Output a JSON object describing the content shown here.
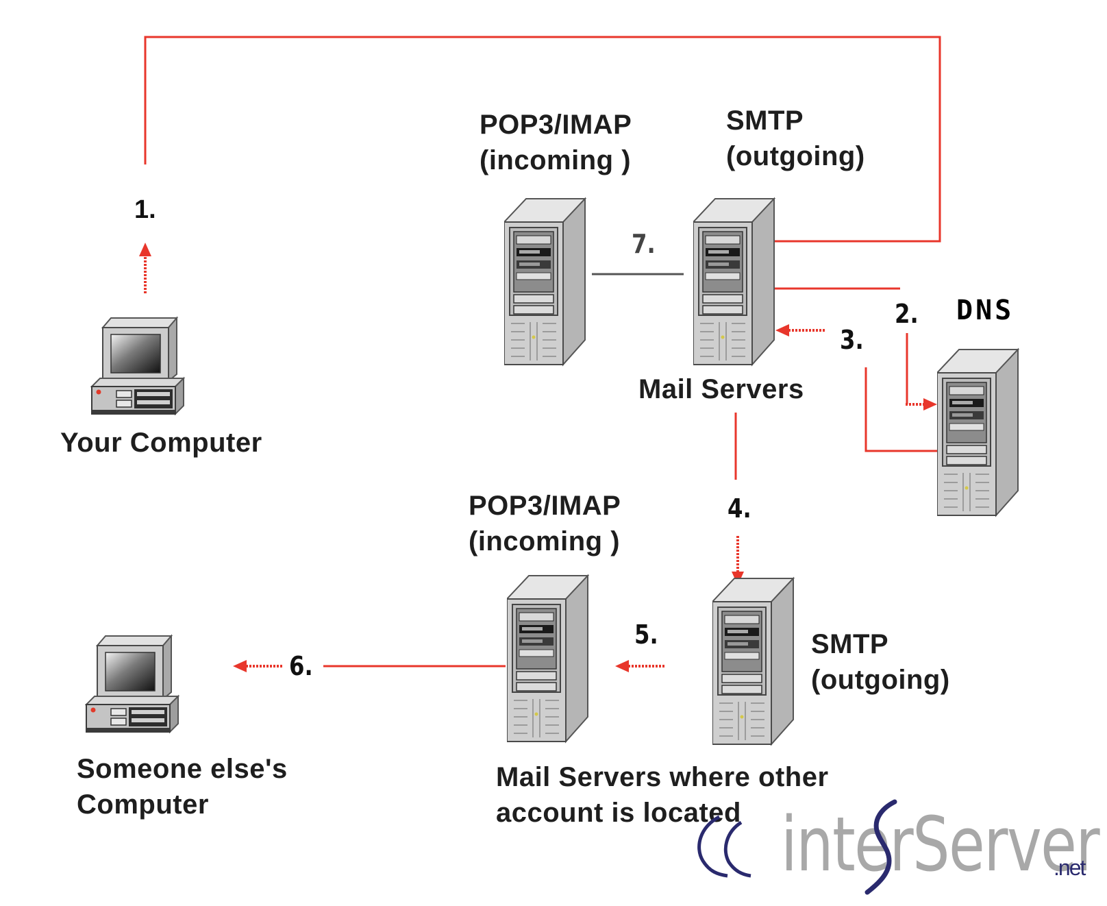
{
  "diagram": {
    "title": "Email delivery flow",
    "nodes": {
      "your_computer": {
        "label": "Your Computer",
        "icon": "desktop-computer-icon"
      },
      "sender_pop3": {
        "label_line1": "POP3/IMAP",
        "label_line2": "(incoming )",
        "icon": "server-tower-icon"
      },
      "sender_smtp": {
        "label_line1": "SMTP",
        "label_line2": "(outgoing)",
        "icon": "server-tower-icon"
      },
      "sender_group": {
        "label": "Mail Servers"
      },
      "dns": {
        "label": "DNS",
        "icon": "server-tower-icon"
      },
      "recipient_pop3": {
        "label_line1": "POP3/IMAP",
        "label_line2": "(incoming )",
        "icon": "server-tower-icon"
      },
      "recipient_smtp": {
        "label_line1": "SMTP",
        "label_line2": "(outgoing)",
        "icon": "server-tower-icon"
      },
      "recipient_group": {
        "label_line1": "Mail Servers where other",
        "label_line2": "account is located"
      },
      "someone_else": {
        "label_line1": "Someone else's",
        "label_line2": "Computer",
        "icon": "desktop-computer-icon"
      }
    },
    "steps": [
      {
        "id": "1",
        "label": "1.",
        "from": "Your Computer",
        "to": "SMTP (outgoing)"
      },
      {
        "id": "2",
        "label": "2.",
        "from": "SMTP (outgoing)",
        "to": "DNS"
      },
      {
        "id": "3",
        "label": "3.",
        "from": "DNS",
        "to": "SMTP (outgoing)"
      },
      {
        "id": "4",
        "label": "4.",
        "from": "Mail Servers",
        "to": "SMTP (outgoing) recipient"
      },
      {
        "id": "5",
        "label": "5.",
        "from": "SMTP (outgoing) recipient",
        "to": "POP3/IMAP (incoming) recipient"
      },
      {
        "id": "6",
        "label": "6.",
        "from": "POP3/IMAP (incoming) recipient",
        "to": "Someone else's Computer"
      },
      {
        "id": "7",
        "label": "7.",
        "from": "POP3/IMAP (incoming)",
        "to": "SMTP (outgoing)"
      }
    ],
    "colors": {
      "flow_line": "#e8362b",
      "local_link": "#555555",
      "text": "#1e1e1e",
      "logo_primary": "#2a2a6e",
      "logo_secondary": "#a8a8a8"
    }
  },
  "watermark": {
    "brand": "interServer",
    "tld": ".net"
  }
}
